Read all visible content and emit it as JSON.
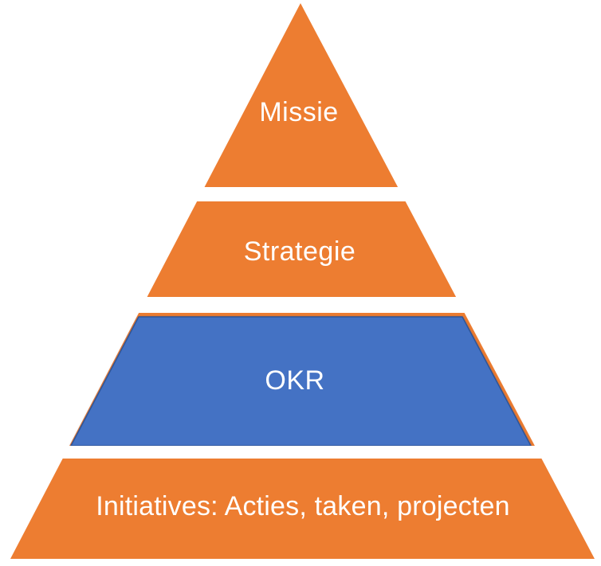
{
  "diagram": {
    "type": "pyramid",
    "levels": [
      {
        "id": "missie",
        "label": "Missie"
      },
      {
        "id": "strategie",
        "label": "Strategie"
      },
      {
        "id": "okr",
        "label": "OKR"
      },
      {
        "id": "initiatives",
        "label": "Initiatives: Acties, taken, projecten"
      }
    ],
    "colors": {
      "orange": "#ED7D31",
      "blue": "#4472C4",
      "blue_stroke": "#2F5597",
      "separator": "#FFFFFF",
      "label_text": "#FFFFFF",
      "background": "#FFFFFF"
    }
  }
}
